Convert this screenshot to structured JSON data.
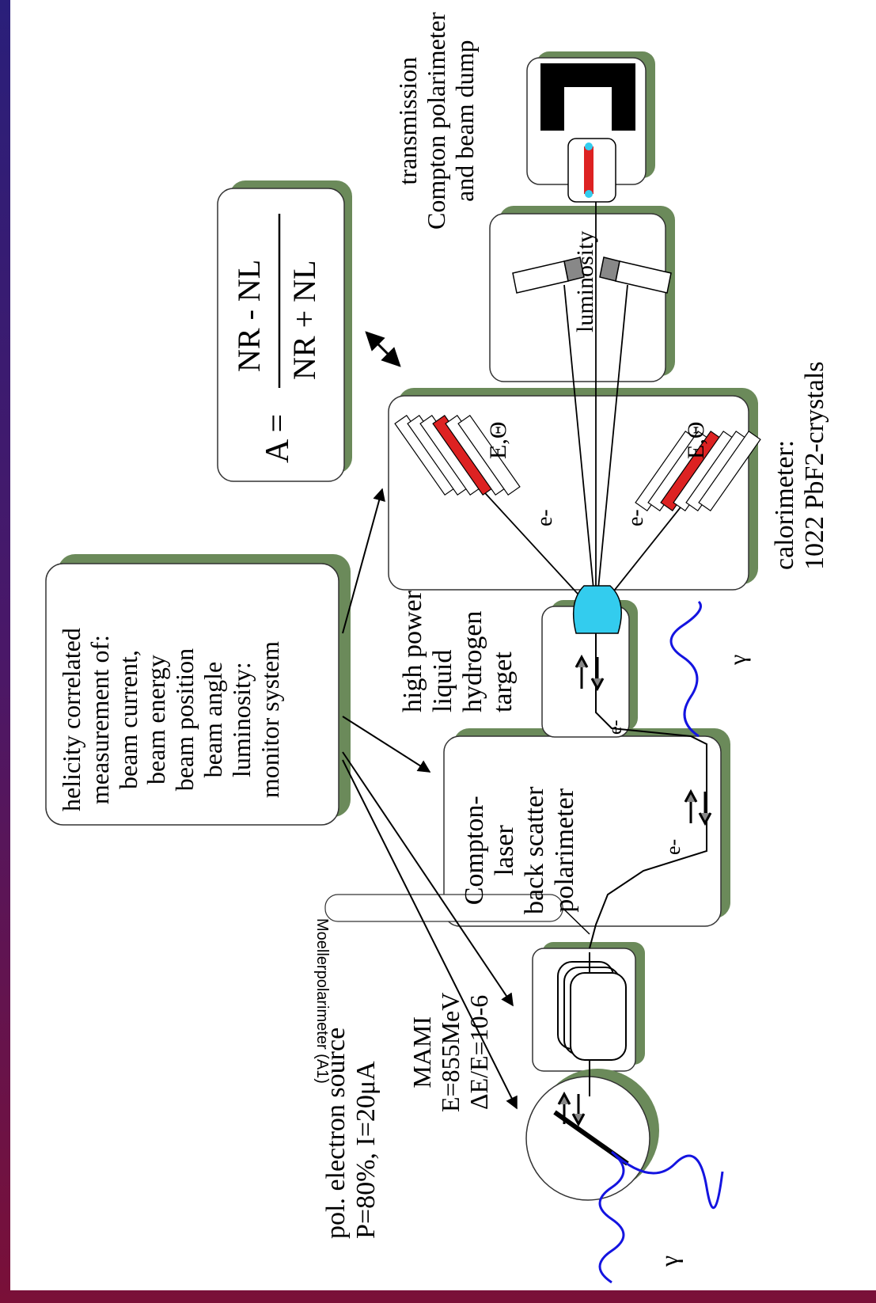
{
  "labels": {
    "source": [
      "pol. electron source",
      "P=80%, I=20μA"
    ],
    "gamma_source": "γ",
    "mami": [
      "MAMI",
      "E=855MeV",
      "ΔE/E=10-6"
    ],
    "moeller": "Moellerpolarimeter (A1)",
    "compton": [
      "Compton-",
      "laser",
      "back scatter",
      "polarimeter"
    ],
    "electron": "e-",
    "gamma_compton": "γ",
    "monitor": [
      "helicity correlated",
      "measurement of:",
      "beam current,",
      "beam energy",
      "beam position",
      "beam angle",
      "luminosity:",
      "monitor system"
    ],
    "target": [
      "high power",
      "liquid",
      "hydrogen",
      "target"
    ],
    "calorimeter": [
      "calorimeter:",
      "1022 PbF2-crystals"
    ],
    "e_theta": "E,Θ",
    "luminosity": "luminosity",
    "transmission": [
      "transmission",
      "Compton polarimeter",
      "and beam dump"
    ],
    "formula": {
      "lhs": "A =",
      "numerator": "NR - NL",
      "denominator": "NR + NL"
    }
  },
  "colors": {
    "box_shadow": "#6b8a5a",
    "beam": "#000000",
    "photon": "#1414e0",
    "target_fluid": "#33ccee",
    "crystal_hit": "#dd2222",
    "frame": "#2a1f7a"
  }
}
